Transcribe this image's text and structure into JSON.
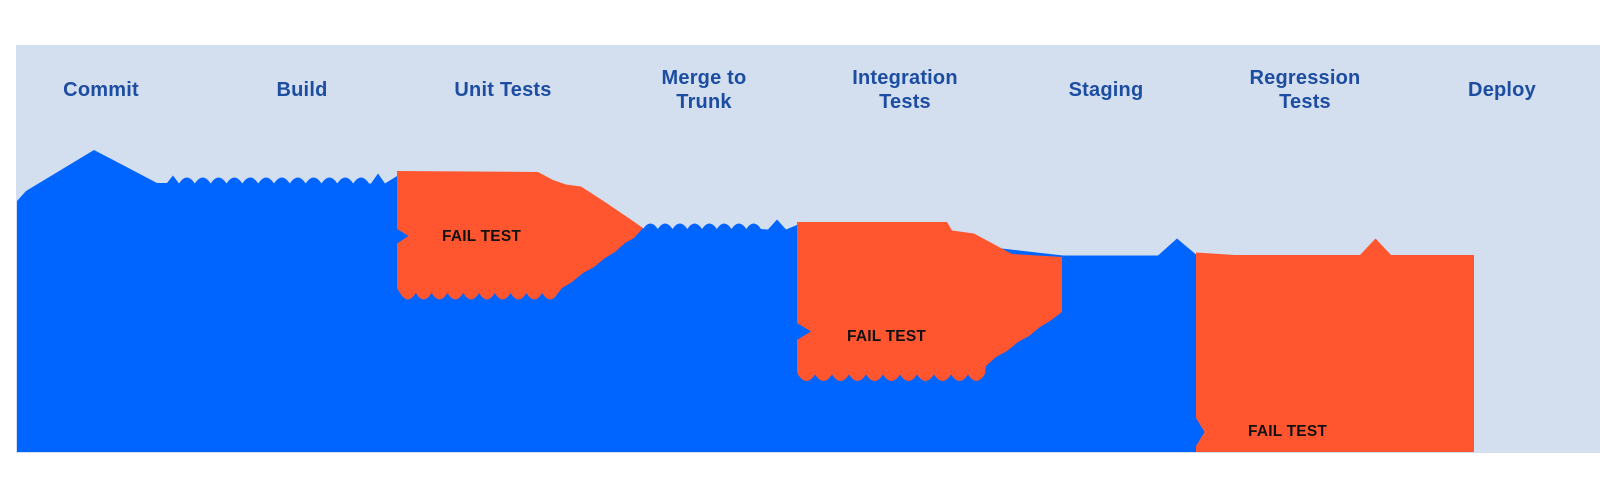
{
  "pipeline": {
    "stages": [
      "Commit",
      "Build",
      "Unit Tests",
      "Merge to Trunk",
      "Integration Tests",
      "Staging",
      "Regression Tests",
      "Deploy"
    ],
    "fail_regions": [
      {
        "label": "FAIL TEST",
        "stage": "Unit Tests"
      },
      {
        "label": "FAIL TEST",
        "stage": "Integration Tests"
      },
      {
        "label": "FAIL TEST",
        "stage": "Regression Tests"
      }
    ],
    "colors": {
      "flow": "#0065FF",
      "fail": "#FF5630",
      "panel_background": "#D3DEEF",
      "stage_label": "#1C4DA1",
      "fail_label": "#111111"
    }
  }
}
